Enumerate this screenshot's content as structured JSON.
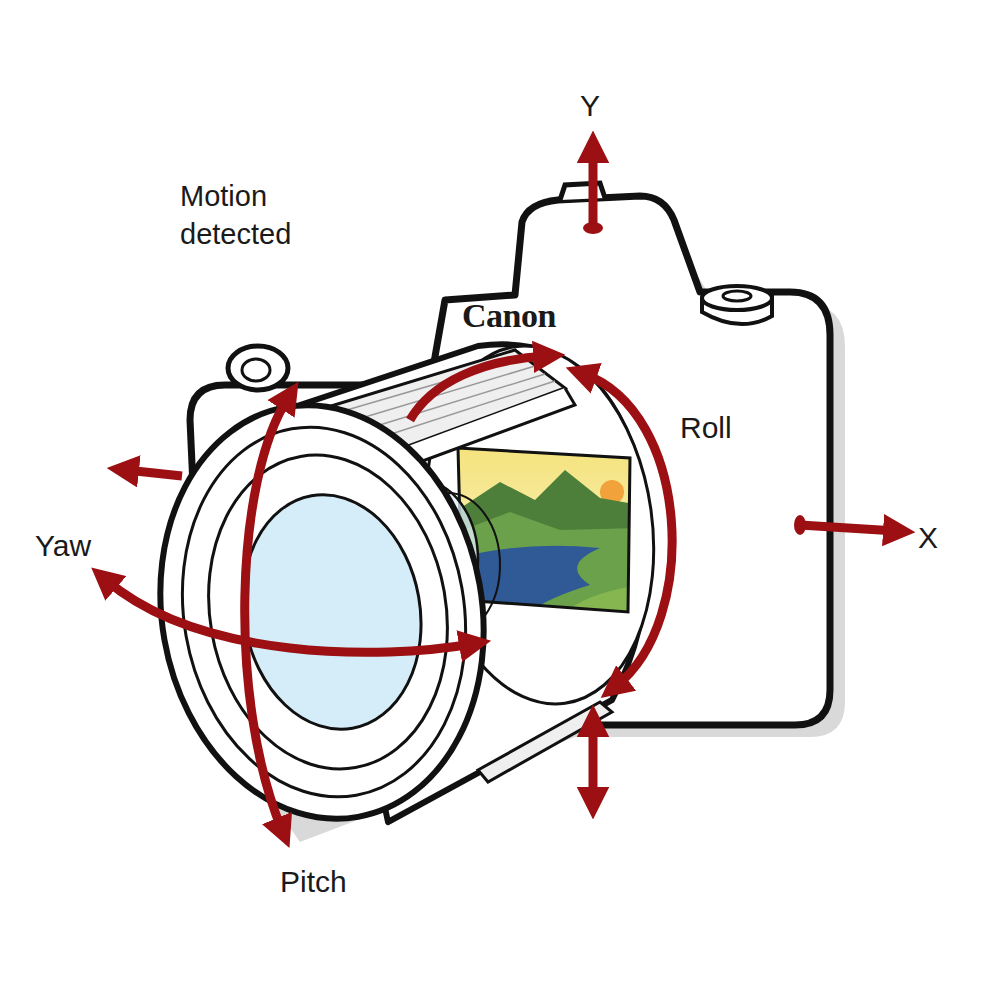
{
  "diagram": {
    "labels": [
      "Y",
      "Motion detected",
      "Canon",
      "Roll",
      "Yaw",
      "X",
      "Pitch"
    ]
  }
}
